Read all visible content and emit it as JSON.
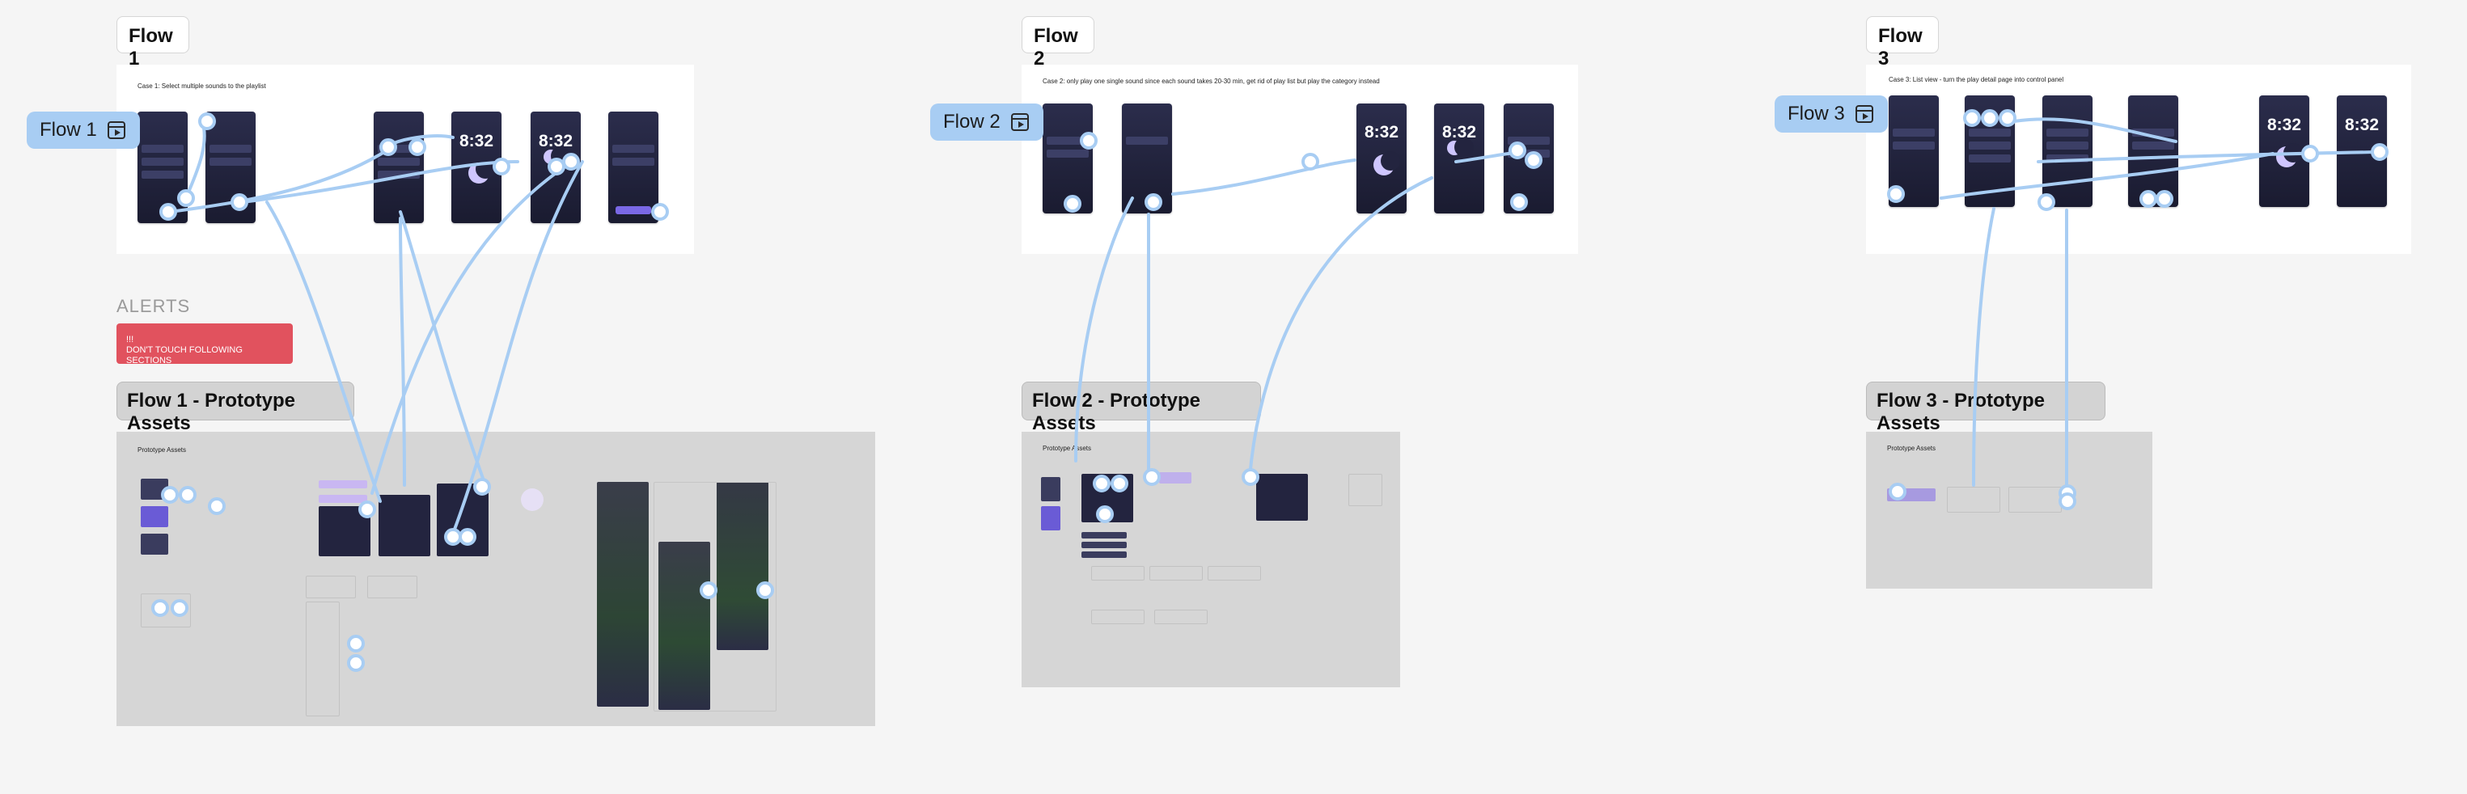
{
  "flows": [
    {
      "tag": "Flow 1",
      "pill": "Flow 1",
      "case_text": "Case 1: Select multiple sounds to the playlist",
      "section_title": "Flow 1 - Prototype Assets",
      "assets_label": "Prototype Assets",
      "clock": "8:32"
    },
    {
      "tag": "Flow 2",
      "pill": "Flow 2",
      "case_text": "Case 2: only play one single sound since each sound takes 20-30 min, get rid of play list but play the category instead",
      "section_title": "Flow 2 - Prototype Assets",
      "assets_label": "Prototype Assets",
      "clock": "8:32"
    },
    {
      "tag": "Flow 3",
      "pill": "Flow 3",
      "case_text": "Case 3: List view - turn the play detail page into control panel",
      "section_title": "Flow 3 - Prototype Assets",
      "assets_label": "Prototype Assets",
      "clock": "8:32"
    }
  ],
  "alerts": {
    "heading": "ALERTS",
    "line1": "!!!",
    "line2": "DON'T TOUCH FOLLOWING SECTIONS"
  },
  "colors": {
    "canvas": "#f5f5f5",
    "connector": "#a8cdf3",
    "alert": "#e1525e",
    "phone_bg": "#23243f",
    "accent": "#7a68e6"
  },
  "icons": {
    "prototype_flow": "prototype-play-icon"
  }
}
